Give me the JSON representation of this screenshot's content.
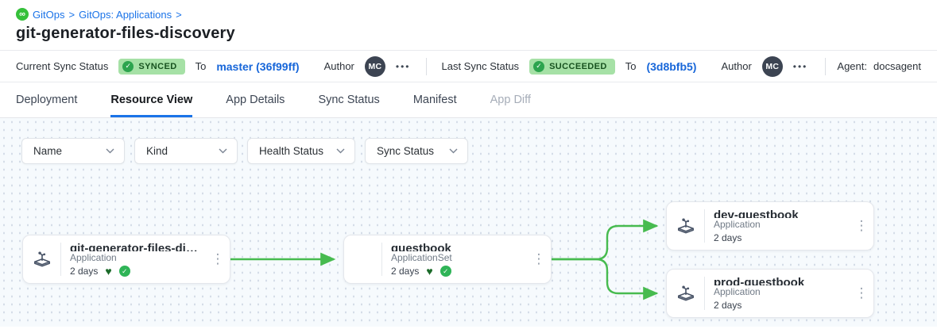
{
  "breadcrumb": {
    "items": [
      "GitOps",
      "GitOps: Applications"
    ],
    "separator": ">"
  },
  "page": {
    "title": "git-generator-files-discovery"
  },
  "statusbar": {
    "current": {
      "label": "Current Sync Status",
      "badge": "SYNCED",
      "to_label": "To",
      "revision": "master (36f99ff)",
      "author_label": "Author",
      "author_initials": "MC"
    },
    "last": {
      "label": "Last Sync Status",
      "badge": "SUCCEEDED",
      "to_label": "To",
      "revision": "(3d8bfb5)",
      "author_label": "Author",
      "author_initials": "MC"
    },
    "agent": {
      "label": "Agent:",
      "value": "docsagent"
    }
  },
  "tabs": [
    {
      "label": "Deployment",
      "active": false
    },
    {
      "label": "Resource View",
      "active": true
    },
    {
      "label": "App Details",
      "active": false
    },
    {
      "label": "Sync Status",
      "active": false
    },
    {
      "label": "Manifest",
      "active": false
    },
    {
      "label": "App Diff",
      "active": false,
      "disabled": true
    }
  ],
  "filters": [
    {
      "label": "Name"
    },
    {
      "label": "Kind"
    },
    {
      "label": "Health Status"
    },
    {
      "label": "Sync Status"
    }
  ],
  "graph": {
    "nodes": [
      {
        "title": "git-generator-files-disco...",
        "kind": "Application",
        "age": "2 days",
        "healthy": true,
        "synced": true
      },
      {
        "title": "guestbook",
        "kind": "ApplicationSet",
        "age": "2 days",
        "healthy": true,
        "synced": true
      },
      {
        "title": "dev-guestbook",
        "kind": "Application",
        "age": "2 days",
        "healthy": false,
        "synced": false
      },
      {
        "title": "prod-guestbook",
        "kind": "Application",
        "age": "2 days",
        "healthy": false,
        "synced": false
      }
    ],
    "edges": [
      {
        "from": "git-generator-files-disco...",
        "to": "guestbook"
      },
      {
        "from": "guestbook",
        "to": "dev-guestbook"
      },
      {
        "from": "guestbook",
        "to": "prod-guestbook"
      }
    ]
  },
  "icons": {
    "gitops_logo": "∞",
    "check": "✓",
    "heart": "♥",
    "kebab_vertical": "⋮",
    "menu_horizontal": "•••"
  },
  "colors": {
    "accent_blue": "#1a73e8",
    "link_blue": "#1766d9",
    "edge_green": "#47bb4f",
    "badge_bg": "#a6e1a6",
    "badge_text": "#17521f",
    "badge_check_bg": "#2da44e",
    "health_heart": "#1c6b2a",
    "sync_check_bg": "#2fb457",
    "avatar_bg": "#3c4452",
    "canvas_bg": "#f6fafd"
  }
}
